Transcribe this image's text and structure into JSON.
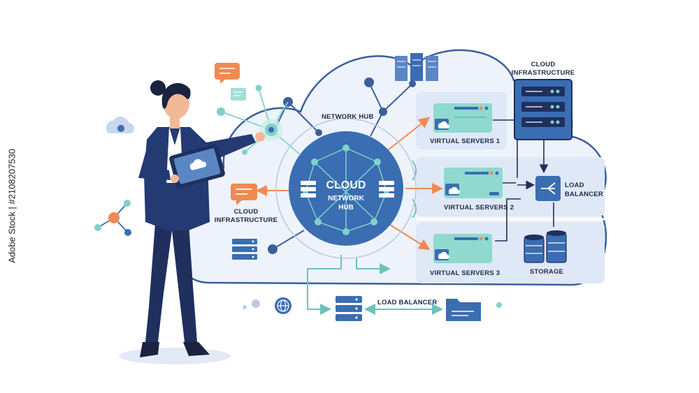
{
  "labels": {
    "network_hub": "NETWORK HUB",
    "cloud_infra_top": [
      "CLOUD",
      "INFRASTRUCTURE"
    ],
    "cloud_infra_left": [
      "CLOUD",
      "INFRASTRUCTURE"
    ],
    "hub_title": [
      "CLOUD",
      "NETWORK",
      "HUB"
    ],
    "virtual_servers_1": "VIRTUAL SERVERS 1",
    "virtual_servers_2": "VIRTUAL SERVERS 2",
    "virtual_servers_3": "VIRTUAL SERVERS 3",
    "load_balancer_right": [
      "LOAD",
      "BALANCER"
    ],
    "storage": "STORAGE",
    "load_balancer_bottom": "LOAD BALANCER"
  },
  "watermark": "Adobe Stock | #2108207530",
  "colors": {
    "navy": "#1f2f5e",
    "hub_blue": "#3a6db2",
    "teal": "#7fd1c9",
    "orange": "#f08a52",
    "cloud_fill": "#eef3fb",
    "panel": "#dfe8f6"
  },
  "icons": [
    "cloud-icon",
    "server-icon",
    "globe-icon",
    "folder-icon",
    "chat-bubble-icon",
    "tablet-icon",
    "load-balancer-icon",
    "storage-icon"
  ]
}
